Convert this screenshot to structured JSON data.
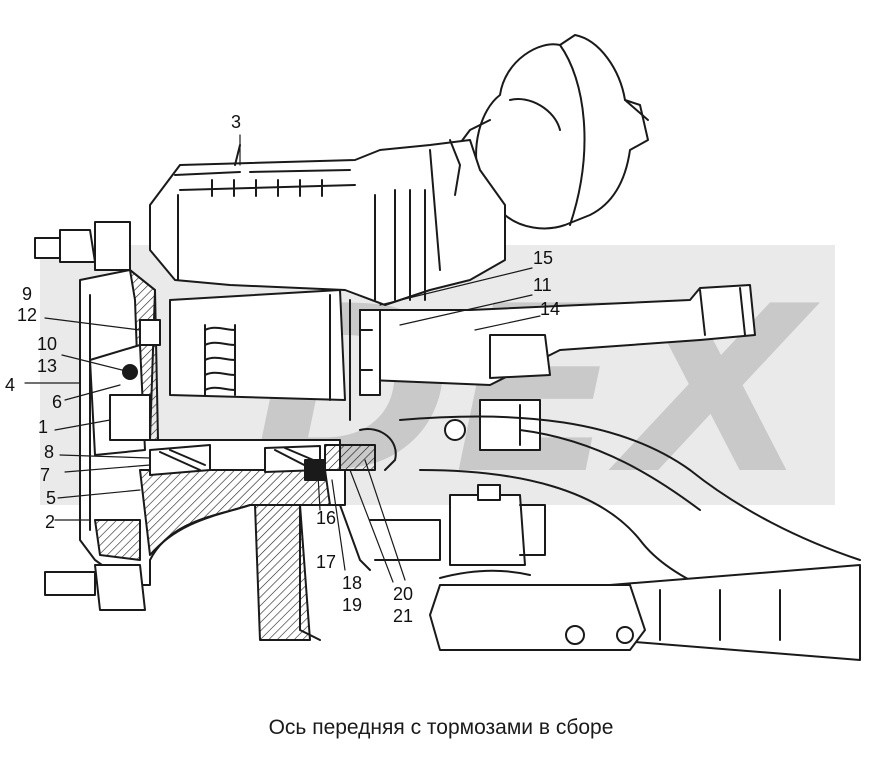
{
  "caption": "Ось передняя с тормозами в сборе",
  "watermark": "DEX",
  "colors": {
    "line": "#1a1a1a",
    "section_fill": "#ffffff",
    "watermark_fill": "#d4d4d4"
  },
  "callouts": {
    "n1": "1",
    "n2": "2",
    "n3": "3",
    "n4": "4",
    "n5": "5",
    "n6": "6",
    "n7": "7",
    "n8": "8",
    "n9": "9",
    "n10": "10",
    "n11": "11",
    "n12": "12",
    "n13": "13",
    "n14": "14",
    "n15": "15",
    "n16": "16",
    "n17": "17",
    "n18": "18",
    "n19": "19",
    "n20": "20",
    "n21": "21"
  }
}
